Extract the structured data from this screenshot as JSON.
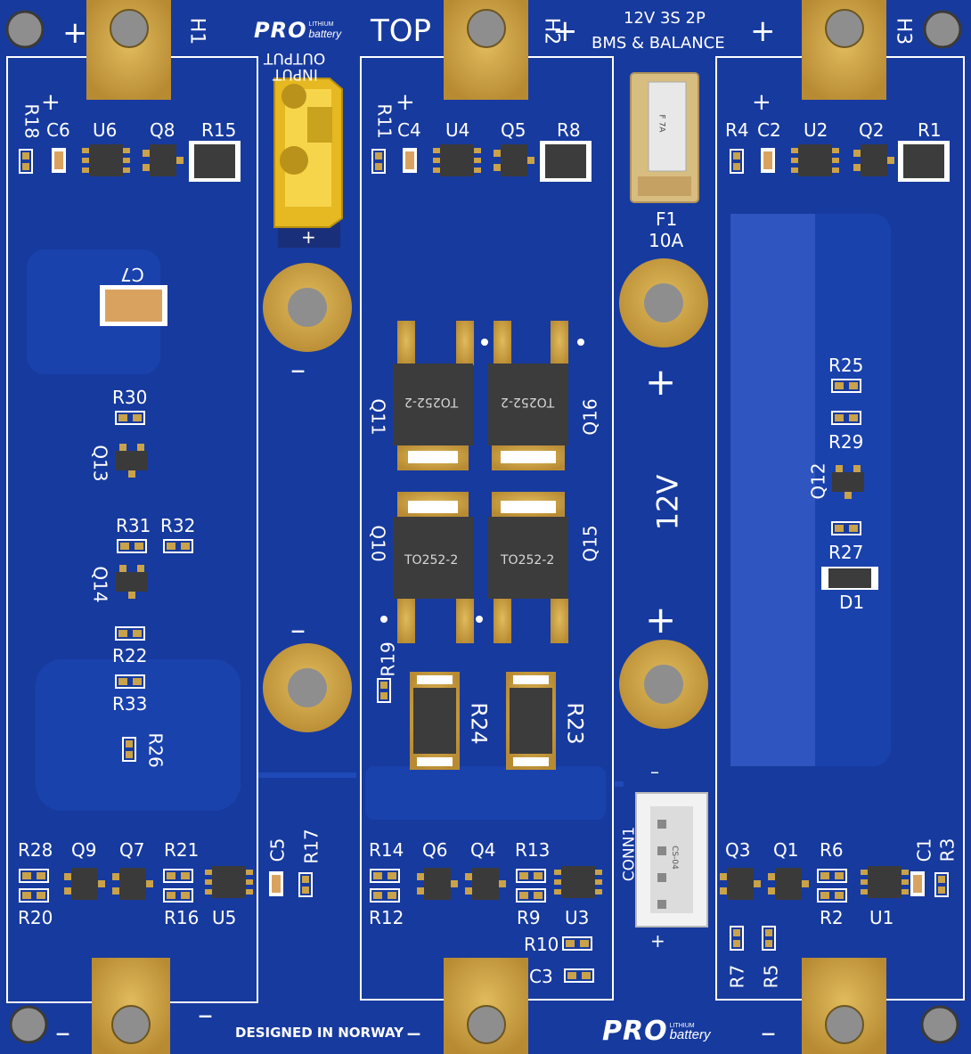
{
  "board": {
    "top_label": "TOP",
    "spec_line1": "12V  3S  2P",
    "spec_line2": "BMS & BALANCE",
    "designed": "DESIGNED IN NORWAY",
    "voltage": "12V",
    "plus": "+",
    "minus": "–",
    "colors": {
      "board": "#173a9e",
      "pad": "#c9a24a",
      "silk": "#ffffff",
      "ic": "#3a3a3a"
    }
  },
  "logo": {
    "pro": "PRO",
    "sub1": "LITHIUM",
    "sub2": "battery"
  },
  "headers": {
    "h1": "H1",
    "h2": "H2",
    "h3": "H3"
  },
  "connectors": {
    "input": "INPUT",
    "output": "OUTPUT",
    "fuse_ref": "F1",
    "fuse_val": "10A",
    "fuse_mark": "F 7A",
    "conn": "CONN1",
    "conn_mark": "CS-04"
  },
  "packages": {
    "to252": "TO252-2"
  },
  "labels": {
    "R18": "R18",
    "C6": "C6",
    "U6": "U6",
    "Q8": "Q8",
    "R15": "R15",
    "R11": "R11",
    "C4": "C4",
    "U4": "U4",
    "Q5": "Q5",
    "R8": "R8",
    "R4": "R4",
    "C2": "C2",
    "U2": "U2",
    "Q2": "Q2",
    "R1": "R1",
    "C7": "C7",
    "R30": "R30",
    "Q13": "Q13",
    "R31": "R31",
    "R32": "R32",
    "Q14": "Q14",
    "R22": "R22",
    "R33": "R33",
    "R26": "R26",
    "Q11": "Q11",
    "Q16": "Q16",
    "Q10": "Q10",
    "Q15": "Q15",
    "R19": "R19",
    "R24": "R24",
    "R23": "R23",
    "R25": "R25",
    "R29": "R29",
    "Q12": "Q12",
    "R27": "R27",
    "D1": "D1",
    "R28": "R28",
    "Q9": "Q9",
    "Q7": "Q7",
    "R21": "R21",
    "R20": "R20",
    "R16": "R16",
    "U5": "U5",
    "C5": "C5",
    "R17": "R17",
    "R14": "R14",
    "Q6": "Q6",
    "Q4": "Q4",
    "R13": "R13",
    "R12": "R12",
    "R9": "R9",
    "U3": "U3",
    "R10": "R10",
    "C3": "C3",
    "Q3": "Q3",
    "Q1": "Q1",
    "R6": "R6",
    "C1": "C1",
    "R3": "R3",
    "R2": "R2",
    "U1": "U1",
    "R7": "R7",
    "R5": "R5"
  }
}
